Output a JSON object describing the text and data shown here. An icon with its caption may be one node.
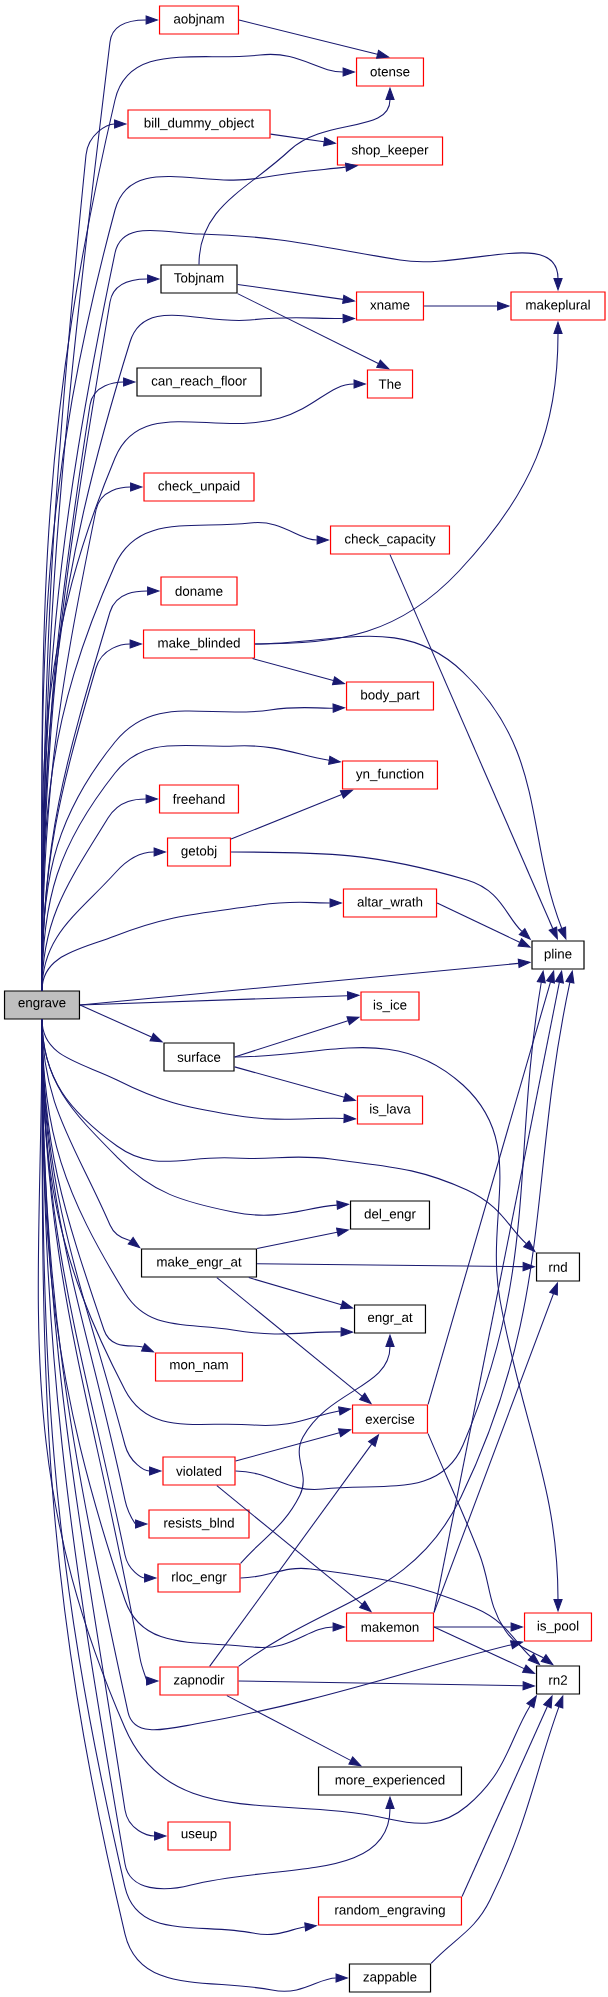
{
  "diagram": {
    "nodes": [
      {
        "text": [
          "engrave"
        ]
      },
      {
        "text": [
          "aobjnam"
        ]
      },
      {
        "text": [
          "otense"
        ]
      },
      {
        "text": [
          "bill_dummy_object"
        ]
      },
      {
        "text": [
          "shop_keeper"
        ]
      },
      {
        "text": [
          "Tobjnam"
        ]
      },
      {
        "text": [
          "xname"
        ]
      },
      {
        "text": [
          "makeplural"
        ]
      },
      {
        "text": [
          "can_reach_floor"
        ]
      },
      {
        "text": [
          "The"
        ]
      },
      {
        "text": [
          "check_unpaid"
        ]
      },
      {
        "text": [
          "check_capacity"
        ]
      },
      {
        "text": [
          "doname"
        ]
      },
      {
        "text": [
          "make_blinded"
        ]
      },
      {
        "text": [
          "body_part"
        ]
      },
      {
        "text": [
          "yn_function"
        ]
      },
      {
        "text": [
          "freehand"
        ]
      },
      {
        "text": [
          "getobj"
        ]
      },
      {
        "text": [
          "altar_wrath"
        ]
      },
      {
        "text": [
          "pline"
        ]
      },
      {
        "text": [
          "is_ice"
        ]
      },
      {
        "text": [
          "surface"
        ]
      },
      {
        "text": [
          "is_lava"
        ]
      },
      {
        "text": [
          "del_engr"
        ]
      },
      {
        "text": [
          "make_engr_at"
        ]
      },
      {
        "text": [
          "rnd"
        ]
      },
      {
        "text": [
          "engr_at"
        ]
      },
      {
        "text": [
          "mon_nam"
        ]
      },
      {
        "text": [
          "exercise"
        ]
      },
      {
        "text": [
          "violated"
        ]
      },
      {
        "text": [
          "resists_blnd"
        ]
      },
      {
        "text": [
          "rloc_engr"
        ]
      },
      {
        "text": [
          "makemon"
        ]
      },
      {
        "text": [
          "is_pool"
        ]
      },
      {
        "text": [
          "zapnodir"
        ]
      },
      {
        "text": [
          "rn2"
        ]
      },
      {
        "text": [
          "more_experienced"
        ]
      },
      {
        "text": [
          "useup"
        ]
      },
      {
        "text": [
          "random_engraving"
        ]
      },
      {
        "text": [
          "zappable"
        ]
      }
    ],
    "edges": [
      {
        "from": 0,
        "to": 1,
        "arrow": "to"
      },
      {
        "from": 0,
        "to": 2,
        "arrow": "to"
      },
      {
        "from": 0,
        "to": 3,
        "arrow": "to"
      },
      {
        "from": 0,
        "to": 4,
        "arrow": "to"
      },
      {
        "from": 0,
        "to": 7,
        "arrow": "to"
      },
      {
        "from": 0,
        "to": 5,
        "arrow": "to"
      },
      {
        "from": 0,
        "to": 6,
        "arrow": "to"
      },
      {
        "from": 0,
        "to": 8,
        "arrow": "to"
      },
      {
        "from": 0,
        "to": 9,
        "arrow": "to"
      },
      {
        "from": 0,
        "to": 10,
        "arrow": "to"
      },
      {
        "from": 0,
        "to": 11,
        "arrow": "to"
      },
      {
        "from": 0,
        "to": 12,
        "arrow": "to"
      },
      {
        "from": 0,
        "to": 13,
        "arrow": "to"
      },
      {
        "from": 0,
        "to": 14,
        "arrow": "to"
      },
      {
        "from": 0,
        "to": 15,
        "arrow": "to"
      },
      {
        "from": 0,
        "to": 16,
        "arrow": "to"
      },
      {
        "from": 0,
        "to": 17,
        "arrow": "to"
      },
      {
        "from": 0,
        "to": 18,
        "arrow": "to"
      },
      {
        "from": 0,
        "to": 19,
        "arrow": "to"
      },
      {
        "from": 0,
        "to": 20,
        "arrow": "to"
      },
      {
        "from": 0,
        "to": 21,
        "arrow": "to"
      },
      {
        "from": 0,
        "to": 22,
        "arrow": "to"
      },
      {
        "from": 0,
        "to": 25,
        "arrow": "to"
      },
      {
        "from": 0,
        "to": 23,
        "arrow": "to"
      },
      {
        "from": 0,
        "to": 24,
        "arrow": "to"
      },
      {
        "from": 0,
        "to": 26,
        "arrow": "to"
      },
      {
        "from": 0,
        "to": 27,
        "arrow": "to"
      },
      {
        "from": 0,
        "to": 28,
        "arrow": "to"
      },
      {
        "from": 0,
        "to": 29,
        "arrow": "to"
      },
      {
        "from": 0,
        "to": 30,
        "arrow": "to"
      },
      {
        "from": 0,
        "to": 31,
        "arrow": "to"
      },
      {
        "from": 0,
        "to": 32,
        "arrow": "to"
      },
      {
        "from": 0,
        "to": 34,
        "arrow": "to"
      },
      {
        "from": 0,
        "to": 33,
        "arrow": "to"
      },
      {
        "from": 0,
        "to": 35,
        "arrow": "to"
      },
      {
        "from": 0,
        "to": 36,
        "arrow": "to"
      },
      {
        "from": 0,
        "to": 37,
        "arrow": "to"
      },
      {
        "from": 0,
        "to": 38,
        "arrow": "to"
      },
      {
        "from": 0,
        "to": 39,
        "arrow": "to"
      },
      {
        "from": 1,
        "to": 2,
        "arrow": "to"
      },
      {
        "from": 3,
        "to": 4,
        "arrow": "to"
      },
      {
        "from": 5,
        "to": 2,
        "arrow": "to"
      },
      {
        "from": 5,
        "to": 6,
        "arrow": "to"
      },
      {
        "from": 5,
        "to": 9,
        "arrow": "to"
      },
      {
        "from": 6,
        "to": 7,
        "arrow": "to"
      },
      {
        "from": 11,
        "to": 19,
        "arrow": "to"
      },
      {
        "from": 13,
        "to": 7,
        "arrow": "to"
      },
      {
        "from": 13,
        "to": 19,
        "arrow": "to"
      },
      {
        "from": 13,
        "to": 14,
        "arrow": "to"
      },
      {
        "from": 17,
        "to": 15,
        "arrow": "to"
      },
      {
        "from": 17,
        "to": 19,
        "arrow": "to"
      },
      {
        "from": 18,
        "to": 19,
        "arrow": "to"
      },
      {
        "from": 21,
        "to": 20,
        "arrow": "to"
      },
      {
        "from": 21,
        "to": 22,
        "arrow": "to"
      },
      {
        "from": 21,
        "to": 33,
        "arrow": "to"
      },
      {
        "from": 24,
        "to": 23,
        "arrow": "to"
      },
      {
        "from": 24,
        "to": 25,
        "arrow": "to"
      },
      {
        "from": 24,
        "to": 26,
        "arrow": "to"
      },
      {
        "from": 24,
        "to": 28,
        "arrow": "to"
      },
      {
        "from": 28,
        "to": 19,
        "arrow": "to"
      },
      {
        "from": 28,
        "to": 35,
        "arrow": "to"
      },
      {
        "from": 29,
        "to": 28,
        "arrow": "to"
      },
      {
        "from": 29,
        "to": 19,
        "arrow": "to"
      },
      {
        "from": 29,
        "to": 32,
        "arrow": "to"
      },
      {
        "from": 31,
        "to": 26,
        "arrow": "to"
      },
      {
        "from": 31,
        "to": 35,
        "arrow": "to"
      },
      {
        "from": 32,
        "to": 19,
        "arrow": "to"
      },
      {
        "from": 32,
        "to": 25,
        "arrow": "to"
      },
      {
        "from": 32,
        "to": 33,
        "arrow": "to"
      },
      {
        "from": 32,
        "to": 35,
        "arrow": "to"
      },
      {
        "from": 34,
        "to": 28,
        "arrow": "to"
      },
      {
        "from": 34,
        "to": 19,
        "arrow": "to"
      },
      {
        "from": 34,
        "to": 35,
        "arrow": "to"
      },
      {
        "from": 34,
        "to": 36,
        "arrow": "to"
      },
      {
        "from": 38,
        "to": 35,
        "arrow": "to"
      },
      {
        "from": 39,
        "to": 35,
        "arrow": "to"
      }
    ]
  }
}
